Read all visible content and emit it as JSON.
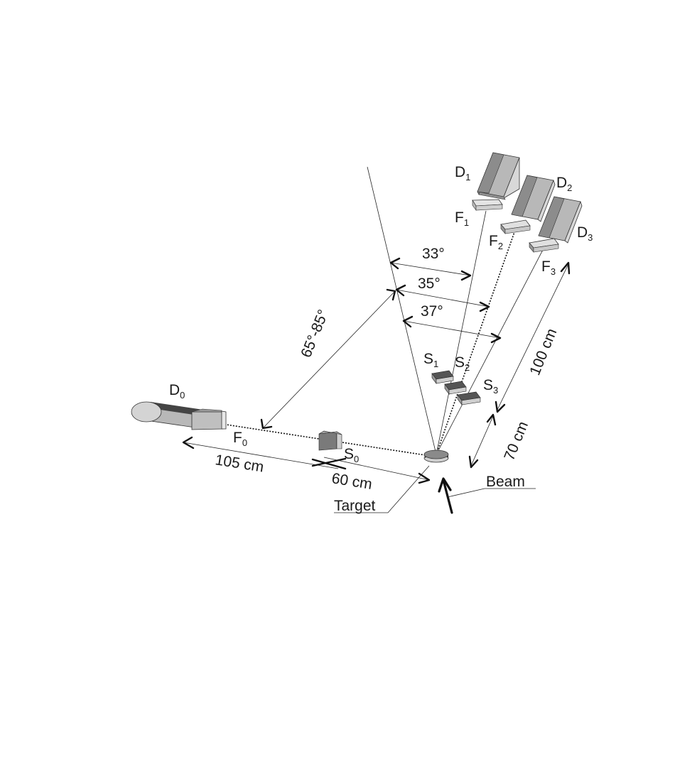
{
  "labels": {
    "D1": {
      "main": "D",
      "sub": "1"
    },
    "D2": {
      "main": "D",
      "sub": "2"
    },
    "D3": {
      "main": "D",
      "sub": "3"
    },
    "F1": {
      "main": "F",
      "sub": "1"
    },
    "F2": {
      "main": "F",
      "sub": "2"
    },
    "F3": {
      "main": "F",
      "sub": "3"
    },
    "S1": {
      "main": "S",
      "sub": "1"
    },
    "S2": {
      "main": "S",
      "sub": "2"
    },
    "S3": {
      "main": "S",
      "sub": "3"
    },
    "D0": {
      "main": "D",
      "sub": "0"
    },
    "F0": {
      "main": "F",
      "sub": "0"
    },
    "S0": {
      "main": "S",
      "sub": "0"
    }
  },
  "angles": {
    "a33": "33°",
    "a35": "35°",
    "a37": "37°",
    "a65_85": "65°-85°"
  },
  "distances": {
    "d105": "105 cm",
    "d60": "60 cm",
    "d100": "100 cm",
    "d70": "70 cm"
  },
  "callouts": {
    "beam": "Beam",
    "target": "Target"
  }
}
